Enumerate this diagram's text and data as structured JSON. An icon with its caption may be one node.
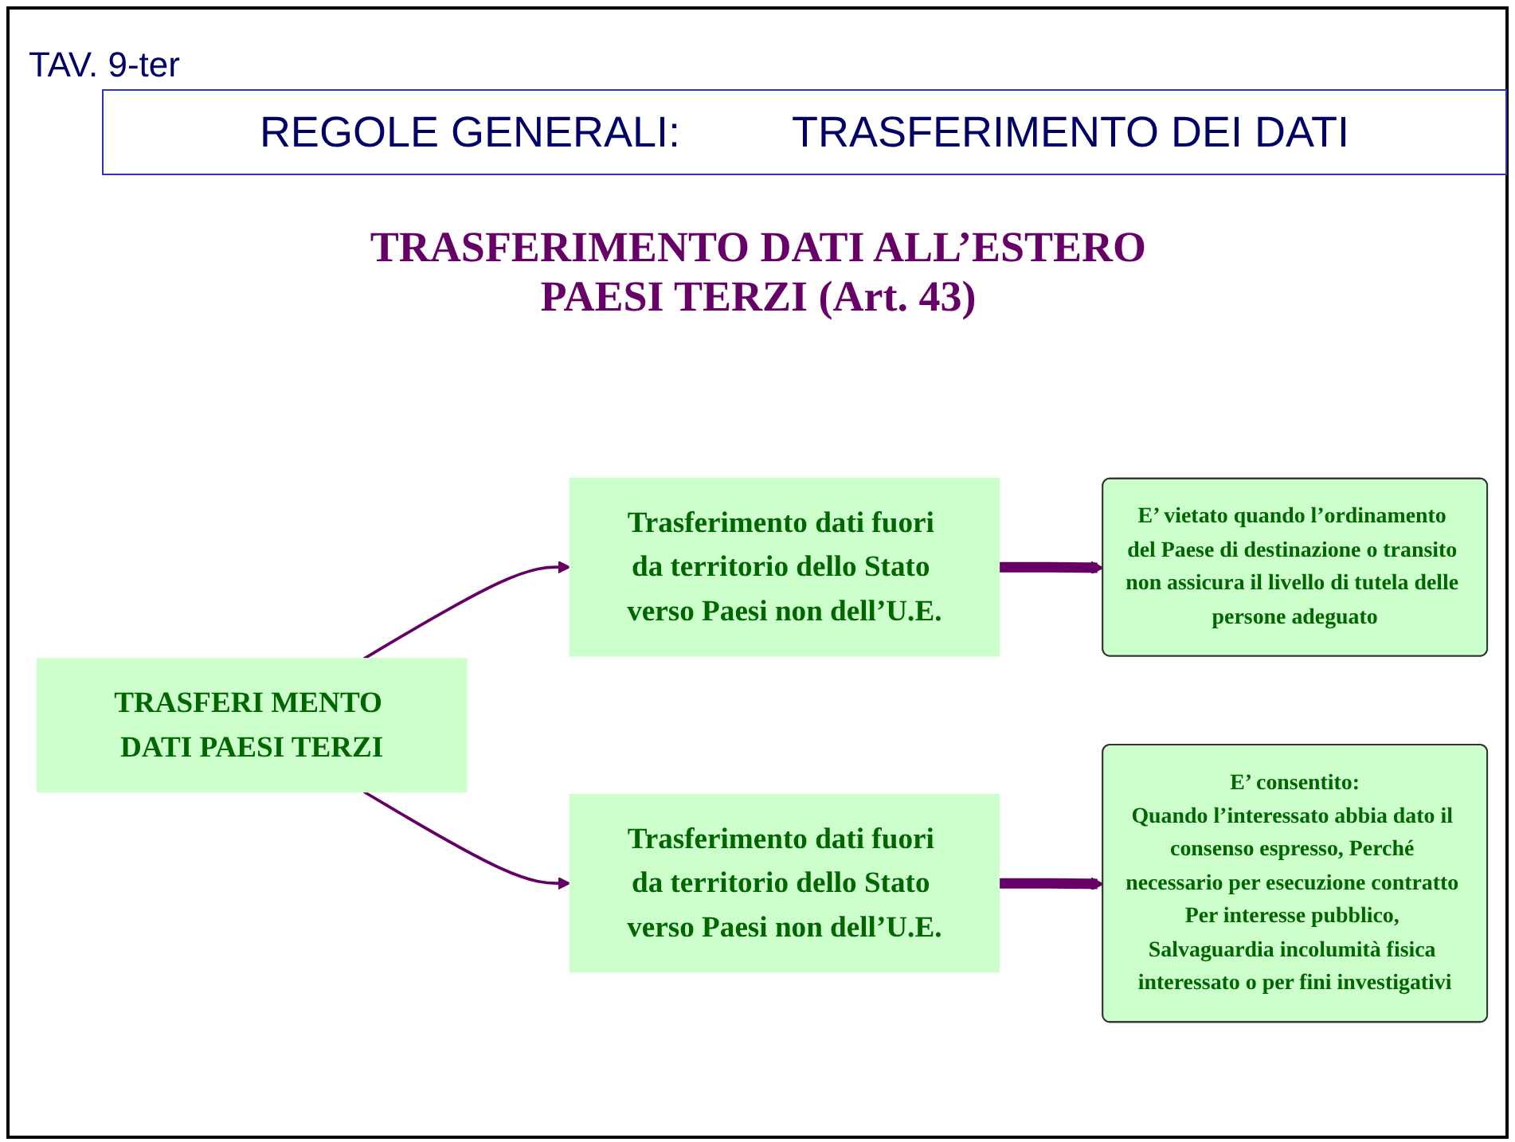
{
  "diagram": {
    "title": "TRASFERIMENTO DATI ALL’ESTERO PAESI TERZI (Art. 43)",
    "nodes": [
      {
        "text": [
          "TRASFERI MENTO DATI PAESI TERZI"
        ]
      },
      {
        "text": [
          "Trasferimento dati fuori da territorio dello Stato verso Paesi non dell’U.E."
        ]
      },
      {
        "text": [
          "E’ vietato quando l’ordinamento del Paese di destinazione o transito non assicura il livello di tutela delle persone adeguato"
        ]
      },
      {
        "text": [
          "Trasferimento dati fuori da territorio dello Stato verso Paesi non dell’U.E."
        ]
      },
      {
        "text": [
          "E’ consentito:",
          "Quando l’interessato abbia dato il consenso espresso, Perché necessario per esecuzione contratto Per interesse pubblico, Salvaguardia incolumità fisica interessato o per fini investigativi"
        ]
      }
    ],
    "edges": [
      {
        "from": 0,
        "to": 1,
        "arrow": "to"
      },
      {
        "from": 0,
        "to": 3,
        "arrow": "to"
      },
      {
        "from": 1,
        "to": 2,
        "arrow": "to",
        "style": "thick"
      },
      {
        "from": 3,
        "to": 4,
        "arrow": "to",
        "style": "thick"
      }
    ],
    "labels": [
      "TAV. 9-ter",
      "REGOLE GENERALI:",
      "TRASFERIMENTO DEI DATI"
    ]
  }
}
